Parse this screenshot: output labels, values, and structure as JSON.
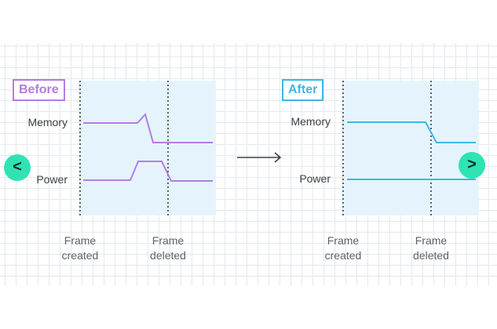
{
  "before_panel": {
    "badge": "Before",
    "memory_label": "Memory",
    "power_label": "Power",
    "created_label_1": "Frame",
    "created_label_2": "created",
    "deleted_label_1": "Frame",
    "deleted_label_2": "deleted",
    "line_color": "#b57be6"
  },
  "after_panel": {
    "badge": "After",
    "memory_label": "Memory",
    "power_label": "Power",
    "created_label_1": "Frame",
    "created_label_2": "created",
    "deleted_label_1": "Frame",
    "deleted_label_2": "deleted",
    "line_color": "#3fb6e6"
  },
  "nav": {
    "prev_glyph": "<",
    "next_glyph": ">"
  },
  "colors": {
    "panel_fill": "#e5f4fc",
    "nav_button": "#2fe3b2",
    "arrow": "#3c4043"
  },
  "icons": {
    "transition": "right-arrow-icon"
  }
}
